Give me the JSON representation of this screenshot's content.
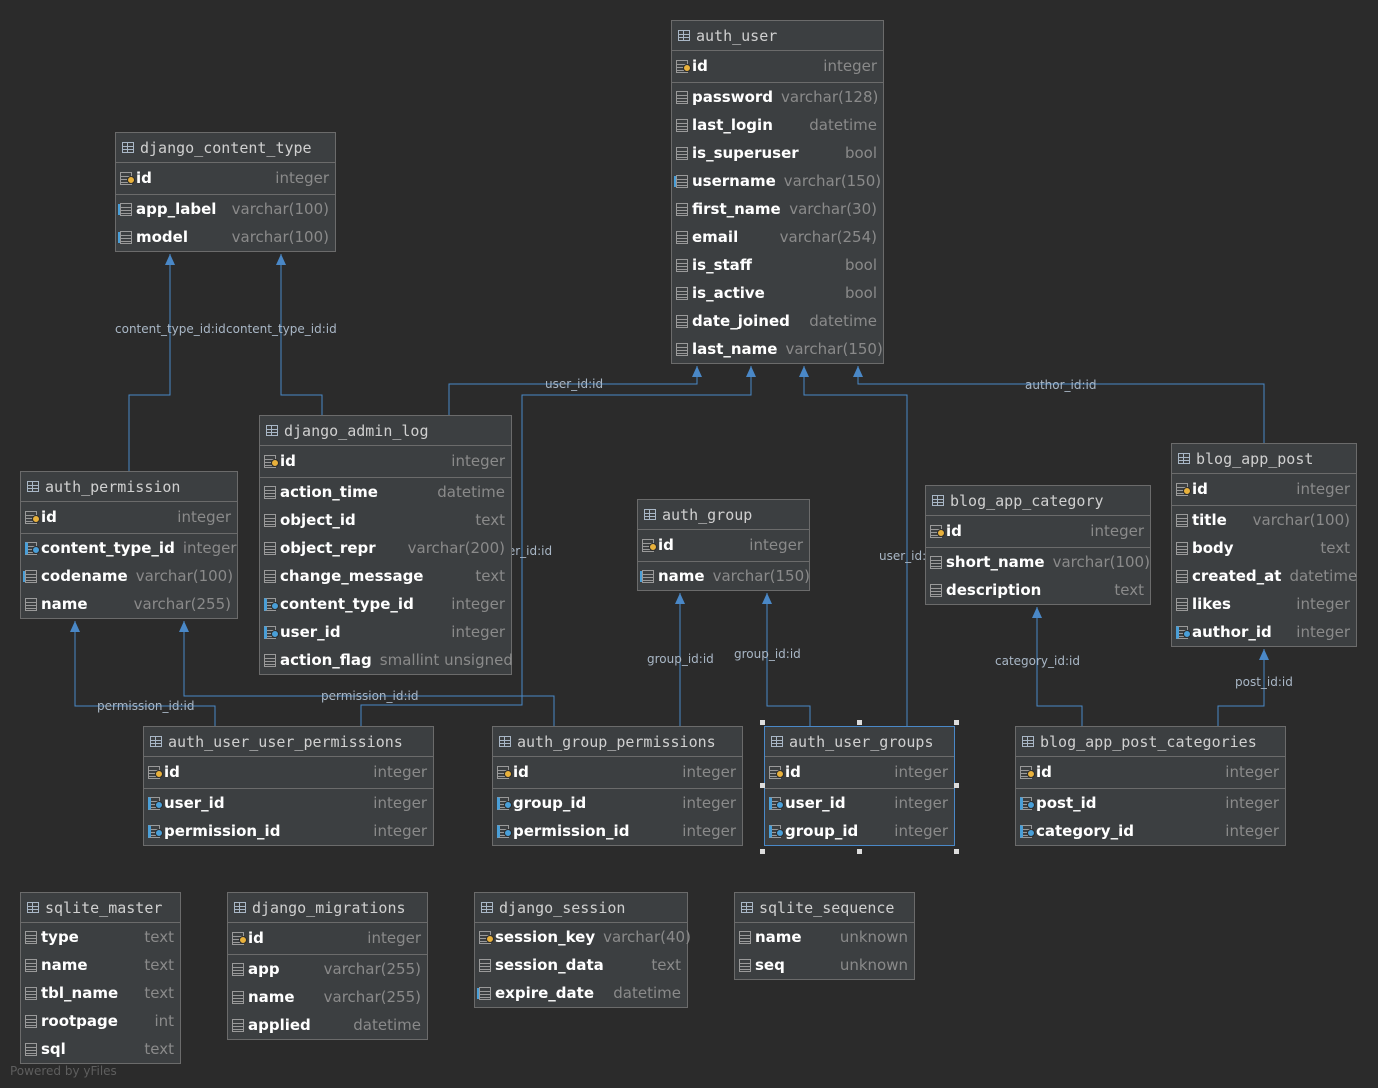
{
  "tables": [
    {
      "id": "django_content_type",
      "name": "django_content_type",
      "pk": [
        {
          "name": "id",
          "type": "integer",
          "key": "pk"
        }
      ],
      "columns": [
        {
          "name": "app_label",
          "type": "varchar(100)",
          "key": "nn"
        },
        {
          "name": "model",
          "type": "varchar(100)",
          "key": "nn"
        }
      ]
    },
    {
      "id": "auth_user",
      "name": "auth_user",
      "pk": [
        {
          "name": "id",
          "type": "integer",
          "key": "pk"
        }
      ],
      "columns": [
        {
          "name": "password",
          "type": "varchar(128)",
          "key": ""
        },
        {
          "name": "last_login",
          "type": "datetime",
          "key": ""
        },
        {
          "name": "is_superuser",
          "type": "bool",
          "key": ""
        },
        {
          "name": "username",
          "type": "varchar(150)",
          "key": "nn"
        },
        {
          "name": "first_name",
          "type": "varchar(30)",
          "key": ""
        },
        {
          "name": "email",
          "type": "varchar(254)",
          "key": ""
        },
        {
          "name": "is_staff",
          "type": "bool",
          "key": ""
        },
        {
          "name": "is_active",
          "type": "bool",
          "key": ""
        },
        {
          "name": "date_joined",
          "type": "datetime",
          "key": ""
        },
        {
          "name": "last_name",
          "type": "varchar(150)",
          "key": ""
        }
      ]
    },
    {
      "id": "django_admin_log",
      "name": "django_admin_log",
      "pk": [
        {
          "name": "id",
          "type": "integer",
          "key": "pk"
        }
      ],
      "columns": [
        {
          "name": "action_time",
          "type": "datetime",
          "key": ""
        },
        {
          "name": "object_id",
          "type": "text",
          "key": ""
        },
        {
          "name": "object_repr",
          "type": "varchar(200)",
          "key": ""
        },
        {
          "name": "change_message",
          "type": "text",
          "key": ""
        },
        {
          "name": "content_type_id",
          "type": "integer",
          "key": "fk"
        },
        {
          "name": "user_id",
          "type": "integer",
          "key": "fk"
        },
        {
          "name": "action_flag",
          "type": "smallint unsigned",
          "key": ""
        }
      ]
    },
    {
      "id": "auth_permission",
      "name": "auth_permission",
      "pk": [
        {
          "name": "id",
          "type": "integer",
          "key": "pk"
        }
      ],
      "columns": [
        {
          "name": "content_type_id",
          "type": "integer",
          "key": "fk"
        },
        {
          "name": "codename",
          "type": "varchar(100)",
          "key": "nn"
        },
        {
          "name": "name",
          "type": "varchar(255)",
          "key": ""
        }
      ]
    },
    {
      "id": "auth_group",
      "name": "auth_group",
      "pk": [
        {
          "name": "id",
          "type": "integer",
          "key": "pk"
        }
      ],
      "columns": [
        {
          "name": "name",
          "type": "varchar(150)",
          "key": "nn"
        }
      ]
    },
    {
      "id": "blog_app_category",
      "name": "blog_app_category",
      "pk": [
        {
          "name": "id",
          "type": "integer",
          "key": "pk"
        }
      ],
      "columns": [
        {
          "name": "short_name",
          "type": "varchar(100)",
          "key": ""
        },
        {
          "name": "description",
          "type": "text",
          "key": ""
        }
      ]
    },
    {
      "id": "blog_app_post",
      "name": "blog_app_post",
      "pk": [
        {
          "name": "id",
          "type": "integer",
          "key": "pk"
        }
      ],
      "columns": [
        {
          "name": "title",
          "type": "varchar(100)",
          "key": ""
        },
        {
          "name": "body",
          "type": "text",
          "key": ""
        },
        {
          "name": "created_at",
          "type": "datetime",
          "key": ""
        },
        {
          "name": "likes",
          "type": "integer",
          "key": ""
        },
        {
          "name": "author_id",
          "type": "integer",
          "key": "fk"
        }
      ]
    },
    {
      "id": "auth_user_user_permissions",
      "name": "auth_user_user_permissions",
      "pk": [
        {
          "name": "id",
          "type": "integer",
          "key": "pk"
        }
      ],
      "columns": [
        {
          "name": "user_id",
          "type": "integer",
          "key": "fk"
        },
        {
          "name": "permission_id",
          "type": "integer",
          "key": "fk"
        }
      ]
    },
    {
      "id": "auth_group_permissions",
      "name": "auth_group_permissions",
      "pk": [
        {
          "name": "id",
          "type": "integer",
          "key": "pk"
        }
      ],
      "columns": [
        {
          "name": "group_id",
          "type": "integer",
          "key": "fk"
        },
        {
          "name": "permission_id",
          "type": "integer",
          "key": "fk"
        }
      ]
    },
    {
      "id": "auth_user_groups",
      "name": "auth_user_groups",
      "selected": true,
      "pk": [
        {
          "name": "id",
          "type": "integer",
          "key": "pk"
        }
      ],
      "columns": [
        {
          "name": "user_id",
          "type": "integer",
          "key": "fk"
        },
        {
          "name": "group_id",
          "type": "integer",
          "key": "fk"
        }
      ]
    },
    {
      "id": "blog_app_post_categories",
      "name": "blog_app_post_categories",
      "pk": [
        {
          "name": "id",
          "type": "integer",
          "key": "pk"
        }
      ],
      "columns": [
        {
          "name": "post_id",
          "type": "integer",
          "key": "fk"
        },
        {
          "name": "category_id",
          "type": "integer",
          "key": "fk"
        }
      ]
    },
    {
      "id": "sqlite_master",
      "name": "sqlite_master",
      "pk": [
        {
          "name": "type",
          "type": "text",
          "key": ""
        }
      ],
      "columns": [
        {
          "name": "name",
          "type": "text",
          "key": ""
        },
        {
          "name": "tbl_name",
          "type": "text",
          "key": ""
        },
        {
          "name": "rootpage",
          "type": "int",
          "key": ""
        },
        {
          "name": "sql",
          "type": "text",
          "key": ""
        }
      ],
      "no_divider": true
    },
    {
      "id": "django_migrations",
      "name": "django_migrations",
      "pk": [
        {
          "name": "id",
          "type": "integer",
          "key": "pk"
        }
      ],
      "columns": [
        {
          "name": "app",
          "type": "varchar(255)",
          "key": ""
        },
        {
          "name": "name",
          "type": "varchar(255)",
          "key": ""
        },
        {
          "name": "applied",
          "type": "datetime",
          "key": ""
        }
      ]
    },
    {
      "id": "django_session",
      "name": "django_session",
      "pk": [
        {
          "name": "session_key",
          "type": "varchar(40)",
          "key": "pk"
        }
      ],
      "columns": [
        {
          "name": "session_data",
          "type": "text",
          "key": ""
        },
        {
          "name": "expire_date",
          "type": "datetime",
          "key": "nn"
        }
      ],
      "no_divider": true
    },
    {
      "id": "sqlite_sequence",
      "name": "sqlite_sequence",
      "pk": [
        {
          "name": "name",
          "type": "unknown",
          "key": ""
        }
      ],
      "columns": [
        {
          "name": "seq",
          "type": "unknown",
          "key": ""
        }
      ],
      "no_divider": true
    }
  ],
  "edges": [
    {
      "id": "e1",
      "label": "content_type_id:id"
    },
    {
      "id": "e2",
      "label": "content_type_id:id"
    },
    {
      "id": "e3",
      "label": "user_id:id"
    },
    {
      "id": "e4",
      "label": "user_id:id"
    },
    {
      "id": "e5",
      "label": "user_id:id"
    },
    {
      "id": "e6",
      "label": "author_id:id"
    },
    {
      "id": "e7",
      "label": "permission_id:id"
    },
    {
      "id": "e8",
      "label": "permission_id:id"
    },
    {
      "id": "e9",
      "label": "group_id:id"
    },
    {
      "id": "e10",
      "label": "group_id:id"
    },
    {
      "id": "e11",
      "label": "category_id:id"
    },
    {
      "id": "e12",
      "label": "post_id:id"
    }
  ],
  "footer": "Powered by yFiles"
}
